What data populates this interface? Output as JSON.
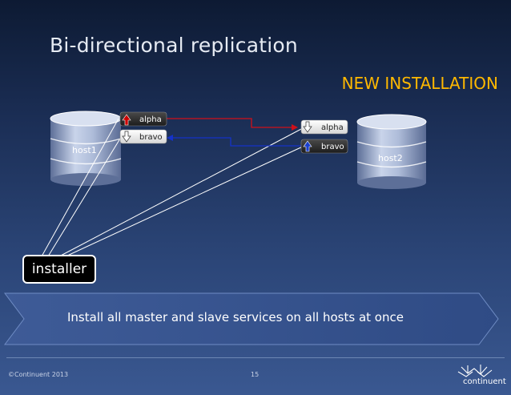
{
  "slide": {
    "title": "Bi-directional replication",
    "tag": "NEW INSTALLATION",
    "banner_text": "Install all master and slave services on all hosts at once",
    "installer_label": "installer",
    "copyright": "©Continuent 2013",
    "page_number": "15",
    "logo_text": "continuent"
  },
  "hosts": [
    {
      "name": "host1",
      "services": [
        "alpha",
        "bravo"
      ]
    },
    {
      "name": "host2",
      "services": [
        "alpha",
        "bravo"
      ]
    }
  ],
  "colors": {
    "tag": "#ffb800",
    "master_arrow": "#cc0000",
    "slave_arrow": "#1a3fcc",
    "replication_alpha": "#d0101a",
    "replication_bravo": "#1432c8"
  }
}
